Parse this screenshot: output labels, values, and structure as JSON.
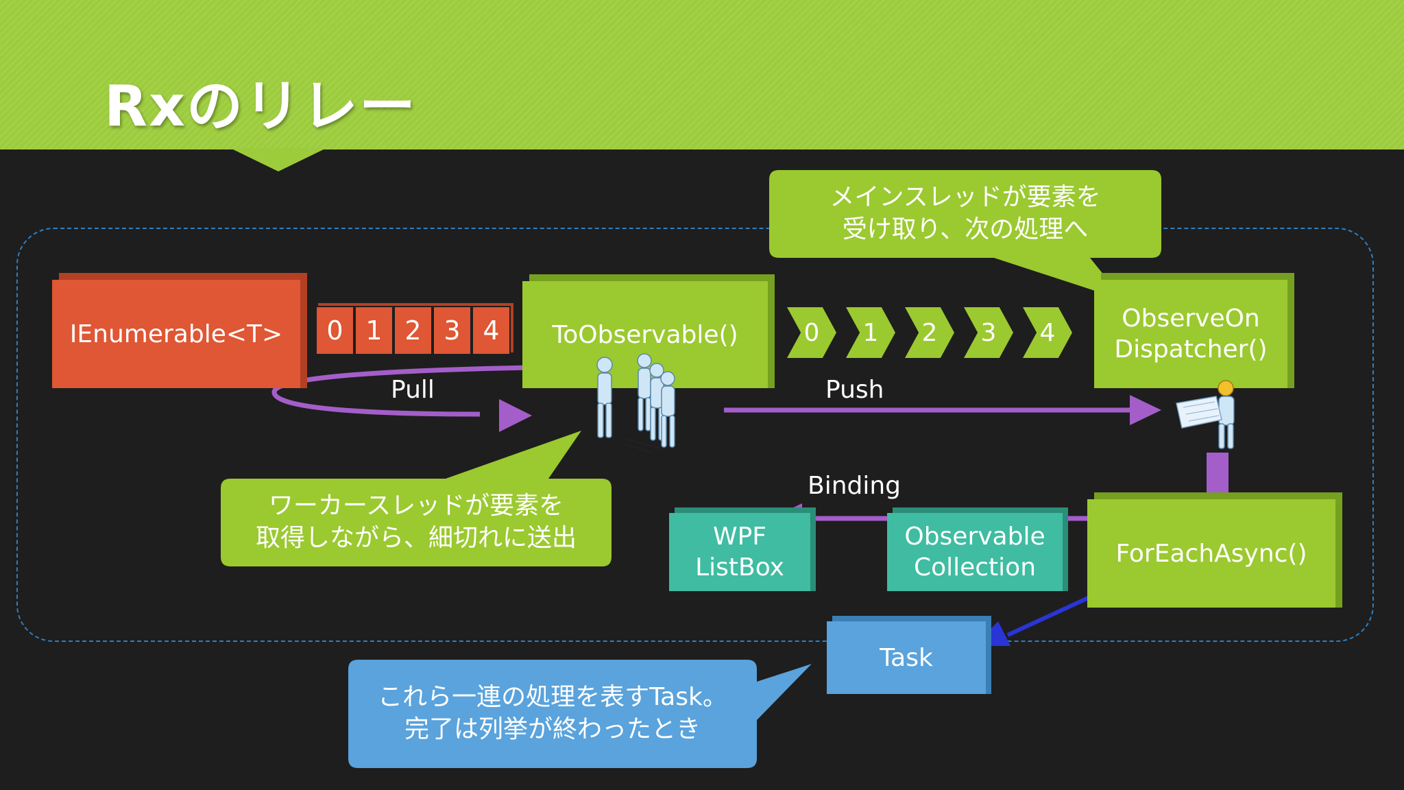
{
  "slide": {
    "title": "Rxのリレー"
  },
  "nodes": {
    "enumerable": "IEnumerable<T>",
    "to_observable": "ToObservable()",
    "observe_on_line1": "ObserveOn",
    "observe_on_line2": "Dispatcher()",
    "foreach_async": "ForEachAsync()",
    "observable_collection_line1": "Observable",
    "observable_collection_line2": "Collection",
    "listbox_line1": "WPF",
    "listbox_line2": "ListBox",
    "task": "Task"
  },
  "pulled_items": [
    "0",
    "1",
    "2",
    "3",
    "4"
  ],
  "pushed_items": [
    "0",
    "1",
    "2",
    "3",
    "4"
  ],
  "edge_labels": {
    "pull": "Pull",
    "push": "Push",
    "binding": "Binding"
  },
  "callouts": {
    "main_thread_line1": "メインスレッドが要素を",
    "main_thread_line2": "受け取り、次の処理へ",
    "worker_thread_line1": "ワーカースレッドが要素を",
    "worker_thread_line2": "取得しながら、細切れに送出",
    "task_line1": "これら一連の処理を表すTask。",
    "task_line2": "完了は列挙が終わったとき"
  },
  "colors": {
    "header_green": "#9ccc3c",
    "box_green": "#9bc930",
    "box_red": "#df5734",
    "box_teal": "#3fbca1",
    "box_blue": "#5aa3dc",
    "arrow_purple": "#a45ec9",
    "arrow_blue": "#2a35d6",
    "frame_dashed": "#2f7fc1",
    "background": "#1e1e1e"
  },
  "icons": [
    "worker-group-icon",
    "engineer-blueprint-icon"
  ]
}
